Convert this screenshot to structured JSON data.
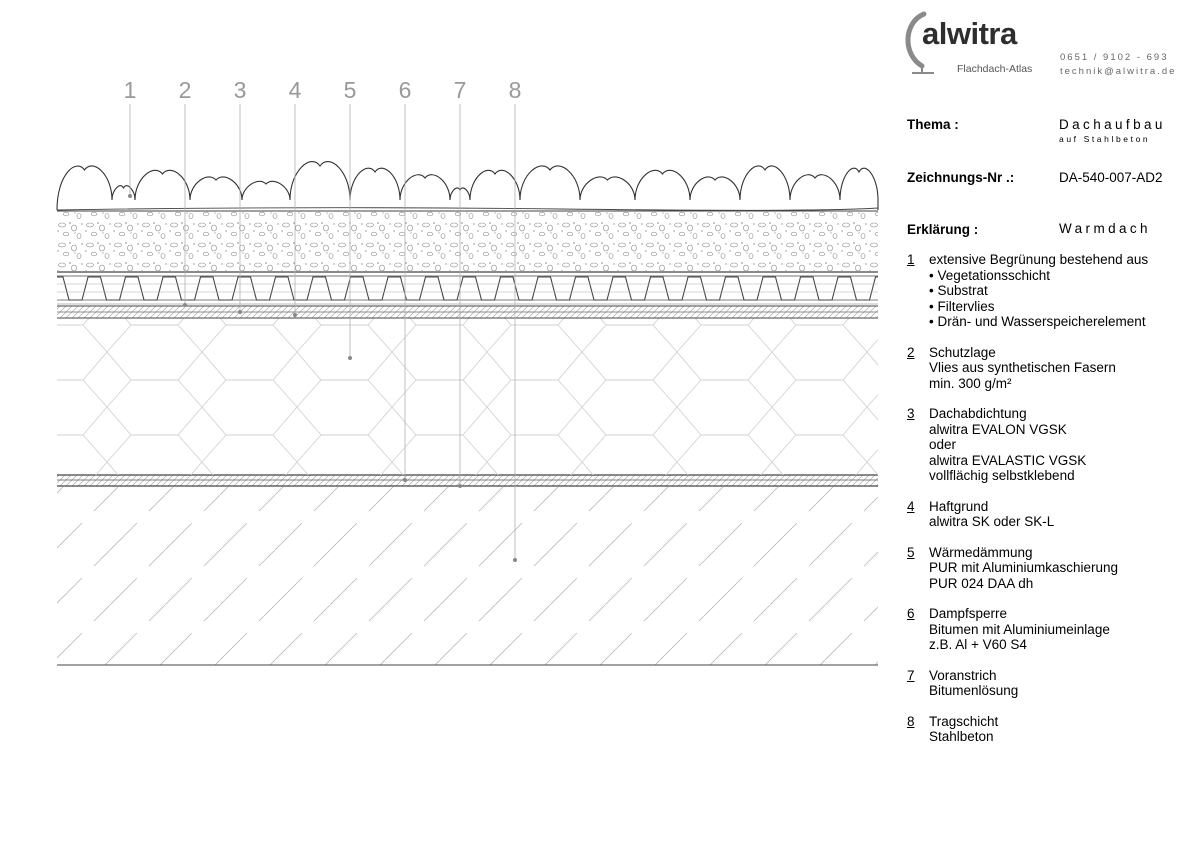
{
  "logo": {
    "wordmark": "alwitra",
    "subtitle": "Flachdach-Atlas"
  },
  "contact": {
    "phone": "0651 / 9102 - 693",
    "email": "technik@alwitra.de"
  },
  "header": {
    "thema_label": "Thema :",
    "thema_value": "Dachaufbau",
    "thema_sub": "auf Stahlbeton",
    "drawing_no_label": "Zeichnungs-Nr .:",
    "drawing_no_value": "DA-540-007-AD2",
    "erklaerung_label": "Erklärung :",
    "erklaerung_value": "Warmdach"
  },
  "callouts": [
    "1",
    "2",
    "3",
    "4",
    "5",
    "6",
    "7",
    "8"
  ],
  "legend": [
    {
      "num": "1",
      "title": "extensive Begrünung bestehend aus",
      "lines": [
        "• Vegetationsschicht",
        "• Substrat",
        "• Filtervlies",
        "• Drän- und Wasserspeicherelement"
      ]
    },
    {
      "num": "2",
      "title": "Schutzlage",
      "lines": [
        "Vlies aus synthetischen Fasern",
        "min. 300 g/m²"
      ]
    },
    {
      "num": "3",
      "title": "Dachabdichtung",
      "lines": [
        "alwitra EVALON VGSK",
        "oder",
        "alwitra EVALASTIC VGSK",
        "vollflächig selbstklebend"
      ]
    },
    {
      "num": "4",
      "title": "Haftgrund",
      "lines": [
        "alwitra SK oder SK-L"
      ]
    },
    {
      "num": "5",
      "title": "Wärmedämmung",
      "lines": [
        "PUR mit Aluminiumkaschierung",
        "PUR 024 DAA dh"
      ]
    },
    {
      "num": "6",
      "title": "Dampfsperre",
      "lines": [
        "Bitumen mit Aluminiumeinlage",
        "z.B. Al + V60 S4"
      ]
    },
    {
      "num": "7",
      "title": "Voranstrich",
      "lines": [
        "Bitumenlösung"
      ]
    },
    {
      "num": "8",
      "title": "Tragschicht",
      "lines": [
        "Stahlbeton"
      ]
    }
  ],
  "colors": {
    "line": "#444444",
    "callout_text": "#999999",
    "leader": "#b0b0b0"
  }
}
